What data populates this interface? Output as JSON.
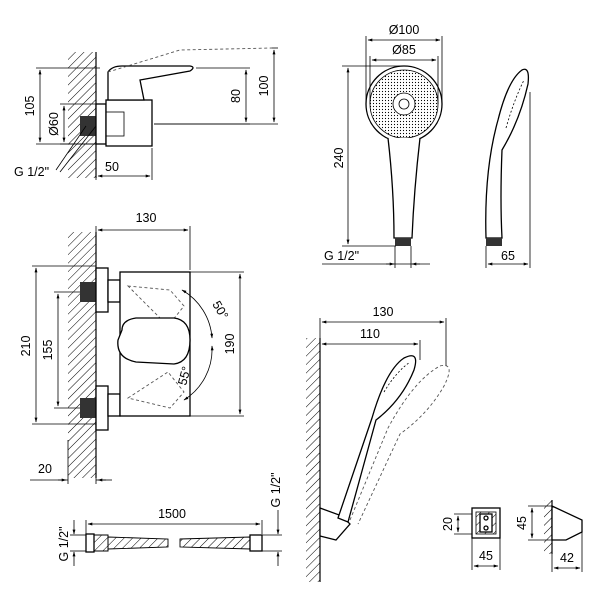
{
  "drawing_title": "",
  "side_view": {
    "height_overall": "105",
    "height_body": "100",
    "height_spout": "80",
    "escutcheon_diameter": "Ø60",
    "thread": "G 1/2\"",
    "wall_offset": "50"
  },
  "front_view": {
    "width": "130",
    "height_overall": "210",
    "height_body": "190",
    "inlet_spacing": "155",
    "wall_depth": "20",
    "angle_up": "50°",
    "angle_down": "55°"
  },
  "hand_shower": {
    "head_outer_diameter": "Ø100",
    "head_inner_diameter": "Ø85",
    "length": "240",
    "thread": "G 1/2\"",
    "depth": "65"
  },
  "hose": {
    "length": "1500",
    "thread_left": "G 1/2\"",
    "thread_right": "G 1/2\""
  },
  "wall_holder": {
    "overall_reach": "130",
    "shower_reach": "110"
  },
  "bracket": {
    "height_front": "20",
    "width_front": "45",
    "height_side": "45",
    "depth_side": "42"
  }
}
